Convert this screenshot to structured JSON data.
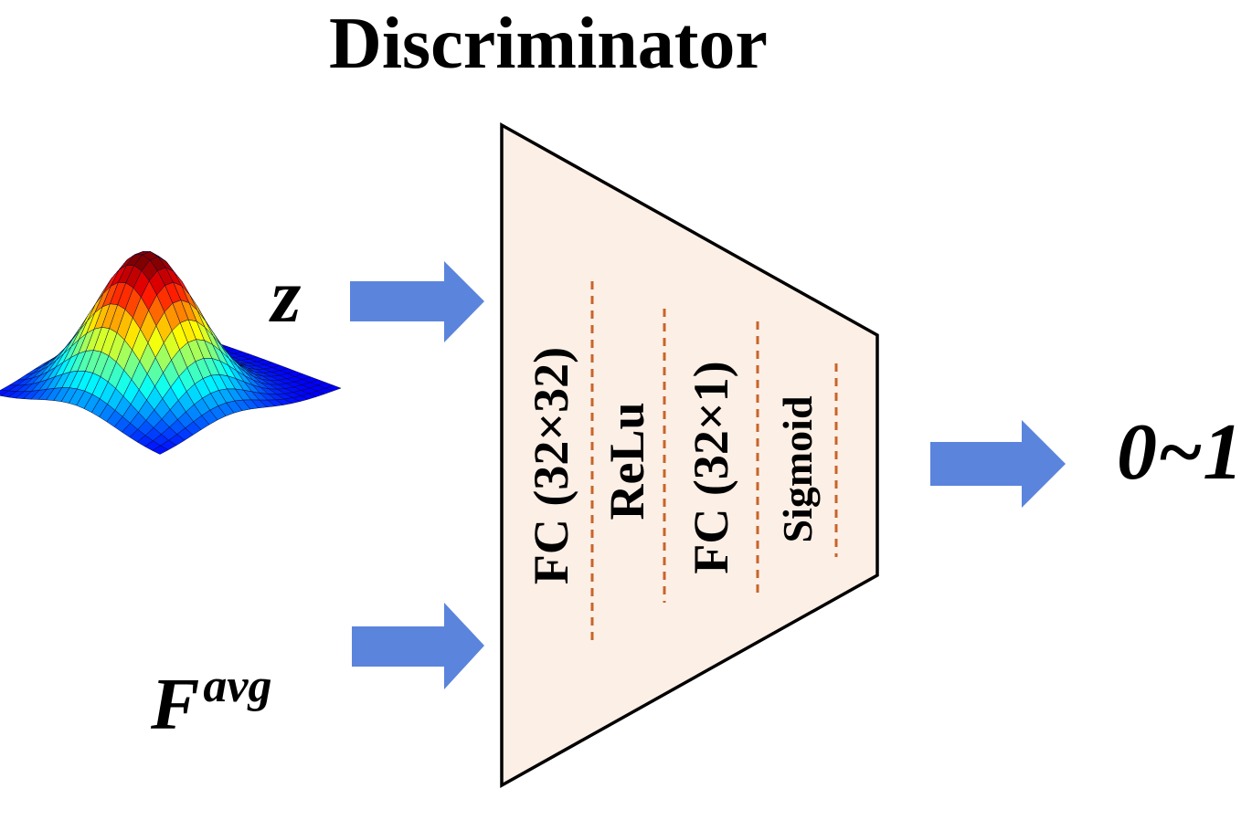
{
  "title": "Discriminator",
  "inputs": {
    "z_label": "z",
    "f_label": "F",
    "f_superscript": "avg"
  },
  "output": {
    "label": "0~1"
  },
  "layers": [
    "FC (32×32)",
    "ReLu",
    "FC (32×1)",
    "Sigmoid"
  ],
  "colors": {
    "arrow": "#5b84dc",
    "trapezoid_fill": "#fcefe6",
    "trapezoid_stroke": "#000000",
    "divider": "#c8642a"
  },
  "icons": {
    "gaussian_surface": "gaussian-surface-plot"
  }
}
